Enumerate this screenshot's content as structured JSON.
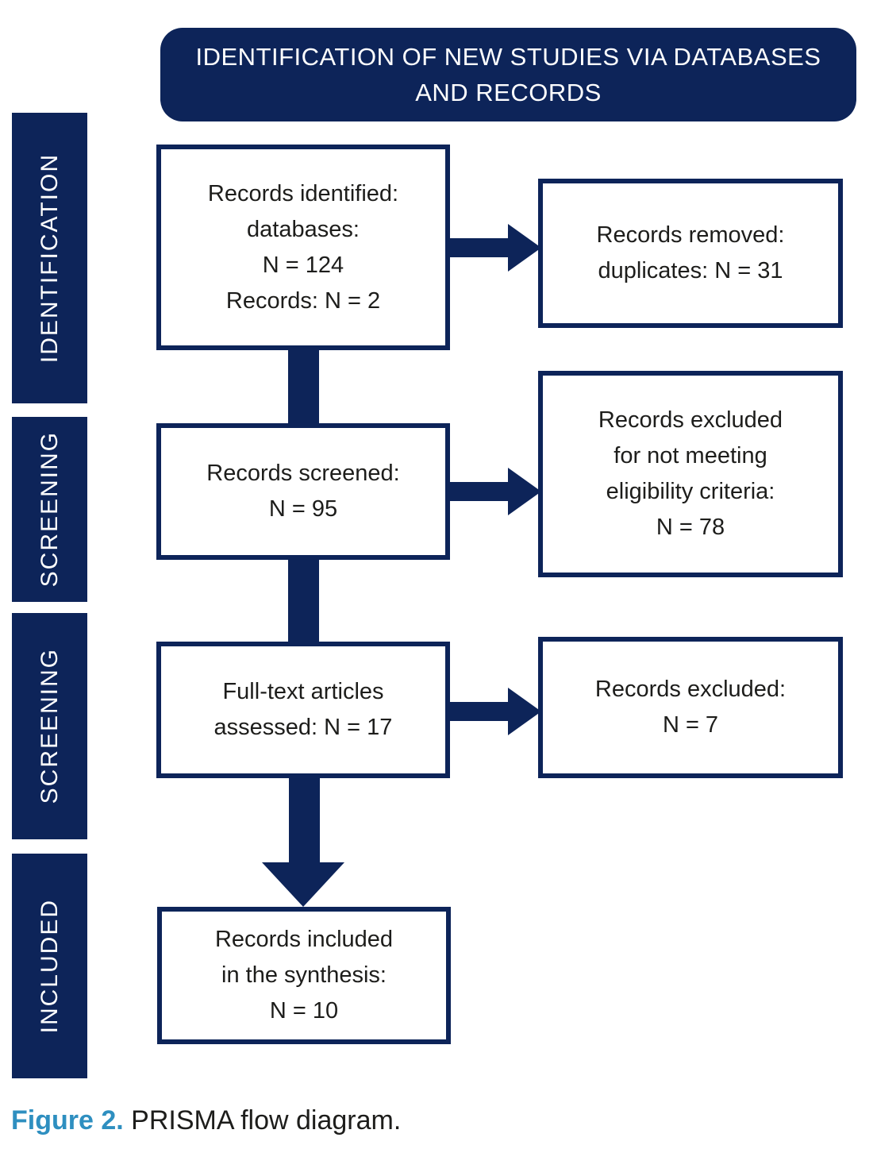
{
  "header": {
    "lines": [
      "IDENTIFICATION OF NEW STUDIES VIA DATABASES",
      "AND RECORDS"
    ]
  },
  "stage_labels": [
    "IDENTIFICATION",
    "SCREENING",
    "SCREENING",
    "INCLUDED"
  ],
  "main_boxes": [
    {
      "lines": [
        "Records identified:",
        "databases:",
        "N = 124",
        "Records: N = 2"
      ]
    },
    {
      "lines": [
        "Records screened:",
        "N = 95"
      ]
    },
    {
      "lines": [
        "Full-text articles",
        "assessed: N = 17"
      ]
    },
    {
      "lines": [
        "Records included",
        "in the synthesis:",
        "N = 10"
      ]
    }
  ],
  "side_boxes": [
    {
      "lines": [
        "Records removed:",
        "duplicates: N = 31"
      ]
    },
    {
      "lines": [
        "Records excluded",
        "for not meeting",
        "eligibility criteria:",
        "N = 78"
      ]
    },
    {
      "lines": [
        "Records excluded:",
        "N = 7"
      ]
    }
  ],
  "caption": {
    "label": "Figure 2.",
    "text": " PRISMA flow diagram."
  },
  "colors": {
    "navy": "#0d2459",
    "caption_blue": "#2e8fc0",
    "text": "#1d1d1b"
  }
}
